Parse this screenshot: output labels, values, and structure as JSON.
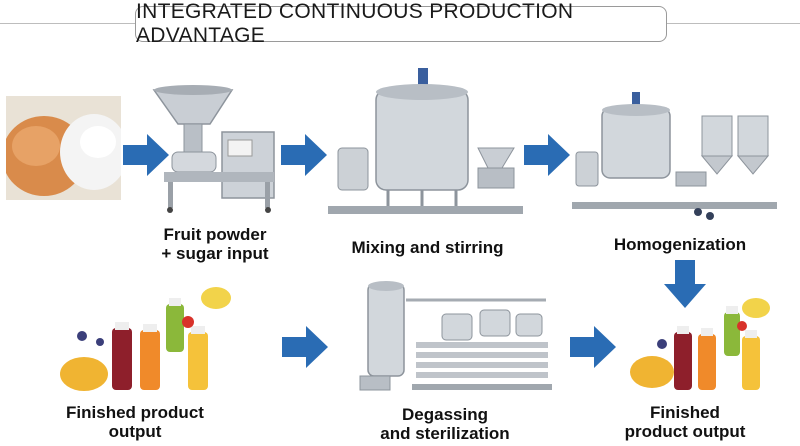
{
  "title": "INTEGRATED CONTINUOUS PRODUCTION ADVANTAGE",
  "steps": [
    {
      "label_line1": "Fruit powder",
      "label_line2": "+ sugar input"
    },
    {
      "label_line1": "Mixing and stirring",
      "label_line2": ""
    },
    {
      "label_line1": "Homogenization",
      "label_line2": ""
    },
    {
      "label_line1": "Degassing",
      "label_line2": "and sterilization"
    },
    {
      "label_line1": "Finished product",
      "label_line2": "output"
    },
    {
      "label_line1": "Finished",
      "label_line2": "product output"
    }
  ],
  "colors": {
    "arrow": "#2a6cb4",
    "steel": "#c9ced4",
    "powder": "#d98b4b",
    "sugar": "#f2f2f2"
  }
}
